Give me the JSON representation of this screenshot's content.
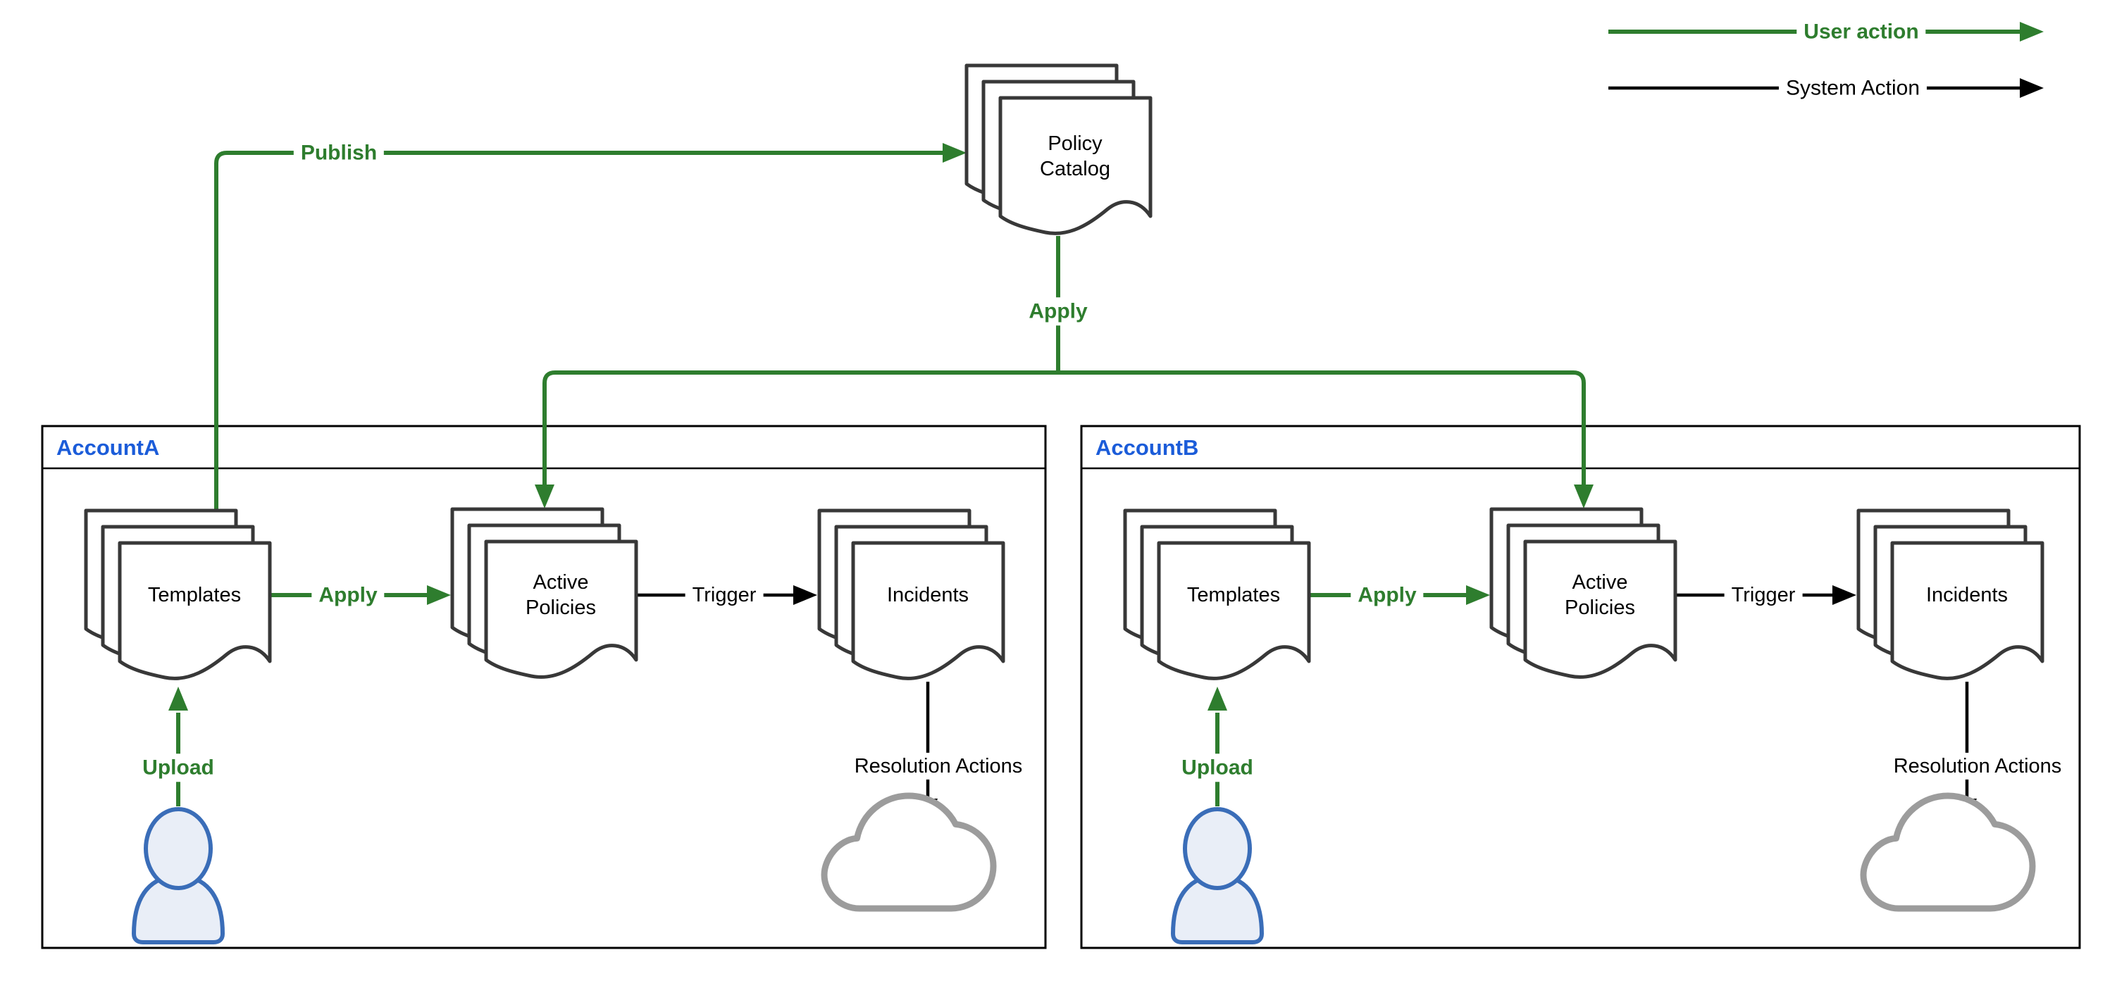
{
  "legend": {
    "user_action": "User action",
    "system_action": "System Action"
  },
  "policy_catalog": {
    "label": "Policy Catalog"
  },
  "actions": {
    "publish": "Publish",
    "apply": "Apply",
    "upload": "Upload",
    "trigger": "Trigger",
    "resolution_actions": "Resolution Actions"
  },
  "accounts": [
    {
      "name": "AccountA",
      "nodes": {
        "templates": "Templates",
        "active_policies": "Active Policies",
        "incidents": "Incidents"
      }
    },
    {
      "name": "AccountB",
      "nodes": {
        "templates": "Templates",
        "active_policies": "Active Policies",
        "incidents": "Incidents"
      }
    }
  ],
  "icons": {
    "document_stack": "document-stack-icon",
    "person": "person-icon",
    "cloud": "cloud-icon",
    "arrow": "arrow-icon"
  },
  "colors": {
    "user_action_green": "#2e7d2e",
    "system_action_black": "#000000",
    "account_label_blue": "#1b5cd9",
    "doc_outline": "#383838",
    "cloud_gray": "#9c9c9c",
    "person_outline_blue": "#3a6db8",
    "person_fill": "#e9eef7"
  }
}
